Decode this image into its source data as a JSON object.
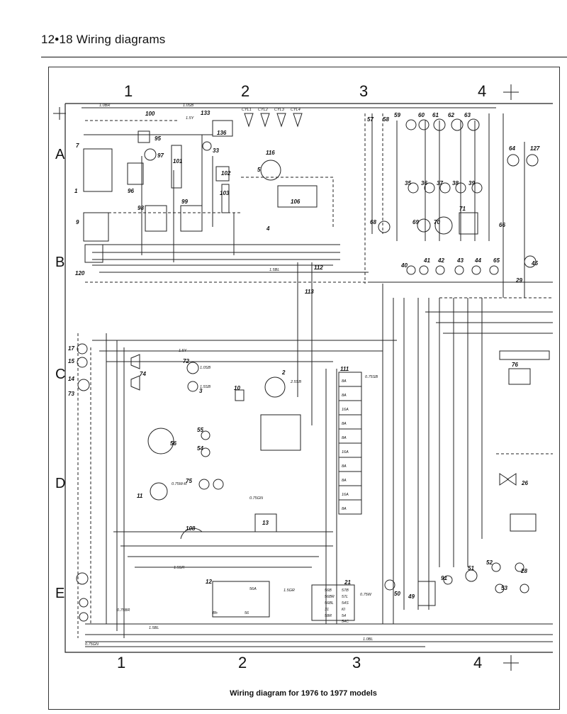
{
  "header": {
    "title": "12•18  Wiring diagrams"
  },
  "caption": "Wiring diagram for 1976 to 1977 models",
  "grid": {
    "columns": [
      "1",
      "2",
      "3",
      "4"
    ],
    "rows": [
      "A",
      "B",
      "C",
      "D",
      "E"
    ]
  },
  "components": [
    "100",
    "133",
    "136",
    "33",
    "95",
    "97",
    "101",
    "102",
    "103",
    "98",
    "99",
    "96",
    "1",
    "7",
    "9",
    "120",
    "116",
    "5",
    "106",
    "4",
    "112",
    "113",
    "57",
    "58",
    "59",
    "60",
    "61",
    "62",
    "63",
    "35",
    "36",
    "37",
    "38",
    "39",
    "71",
    "69",
    "70",
    "68",
    "40",
    "41",
    "42",
    "43",
    "44",
    "65",
    "64",
    "127",
    "66",
    "45",
    "29",
    "17",
    "15",
    "14",
    "73",
    "72",
    "74",
    "3",
    "2",
    "10",
    "111",
    "76",
    "56",
    "55",
    "54",
    "75",
    "11",
    "108",
    "13",
    "12",
    "21",
    "50",
    "49",
    "91",
    "51",
    "52",
    "53",
    "28",
    "26"
  ],
  "wire_labels": [
    "1.0BR",
    "1.0SB",
    "1.5Y",
    "0.75SB",
    "1.5Y",
    "1.0SB",
    "1.5BL",
    "2.5SB",
    "1.5SB",
    "0.75GN",
    "0.75W-R",
    "1.5SR",
    "1.5GR",
    "0.75BR",
    "1.5BL",
    "0.75GN",
    "1.0BL",
    "0.75W"
  ],
  "cylinders": [
    "CYL1",
    "CYL2",
    "CYL3",
    "CYL4"
  ],
  "fuse_ratings": [
    "8A",
    "8A",
    "16A",
    "8A",
    "8A",
    "16A",
    "8A",
    "8A",
    "16A",
    "8A"
  ],
  "terminals": [
    "56B",
    "56BR",
    "56BL",
    "31",
    "58R",
    "57B",
    "57L",
    "54S",
    "Kl",
    "54",
    "54C",
    "Bh",
    "56",
    "56A"
  ]
}
